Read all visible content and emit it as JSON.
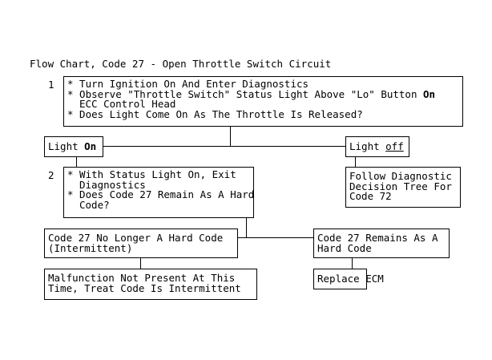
{
  "title": "Flow Chart, Code 27 - Open Throttle Switch Circuit",
  "step1": {
    "number": "1",
    "line1": "* Turn Ignition On And Enter Diagnostics",
    "line2a": "* Observe \"Throttle Switch\" Status Light Above \"Lo\" Button ",
    "line2b": "On",
    "line3": "ECC Control Head",
    "line4": "* Does Light Come On As The Throttle Is Released?"
  },
  "light_on": {
    "prefix": "Light ",
    "emph": "On"
  },
  "light_off": {
    "prefix": "Light ",
    "emph": "off"
  },
  "step2": {
    "number": "2",
    "line1": "* With Status Light On, Exit",
    "line2": "Diagnostics",
    "line3": "* Does Code 27 Remain As A Hard",
    "line4": "Code?"
  },
  "follow_code72": {
    "line1": "Follow Diagnostic",
    "line2": "Decision Tree For",
    "line3": "Code 72"
  },
  "no_longer_hard": {
    "line1": "Code 27 No Longer A Hard Code",
    "line2": "(Intermittent)"
  },
  "remains_hard": {
    "line1": "Code 27 Remains As A",
    "line2": "Hard Code"
  },
  "malfunction": {
    "line1": "Malfunction Not Present At This",
    "line2": "Time, Treat Code Is Intermittent"
  },
  "replace_ecm": {
    "line1": "Replace ECM"
  }
}
